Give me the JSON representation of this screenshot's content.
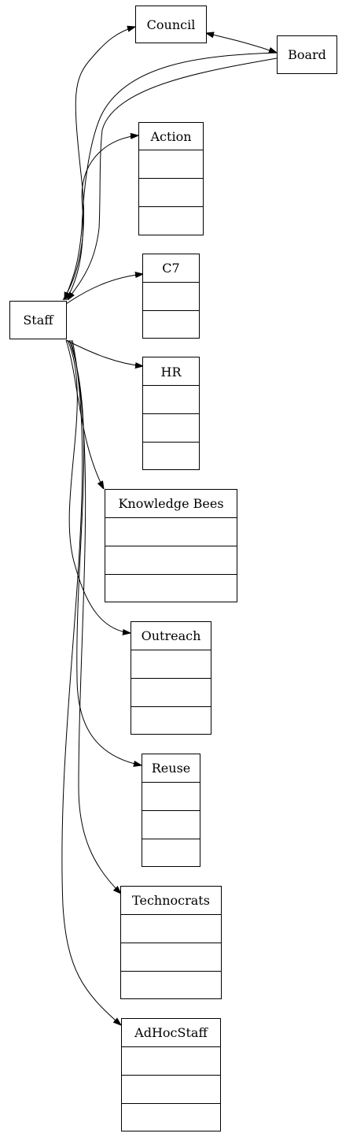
{
  "nodes": {
    "council": "Council",
    "board": "Board",
    "staff": "Staff",
    "action": "Action",
    "c7": "C7",
    "hr": "HR",
    "knowledge_bees": "Knowledge Bees",
    "outreach": "Outreach",
    "reuse": "Reuse",
    "technocrats": "Technocrats",
    "adhocstaff": "AdHocStaff"
  },
  "edges": [
    {
      "from": "council",
      "to": "board",
      "bidirectional": true
    },
    {
      "from": "board",
      "to": "staff"
    },
    {
      "from": "board",
      "to": "staff"
    },
    {
      "from": "staff",
      "to": "council"
    },
    {
      "from": "staff",
      "to": "action"
    },
    {
      "from": "staff",
      "to": "c7"
    },
    {
      "from": "staff",
      "to": "hr"
    },
    {
      "from": "staff",
      "to": "knowledge_bees"
    },
    {
      "from": "staff",
      "to": "outreach"
    },
    {
      "from": "staff",
      "to": "reuse"
    },
    {
      "from": "staff",
      "to": "technocrats"
    },
    {
      "from": "staff",
      "to": "adhocstaff"
    }
  ],
  "colors": {
    "stroke": "#000000",
    "background": "#ffffff"
  }
}
